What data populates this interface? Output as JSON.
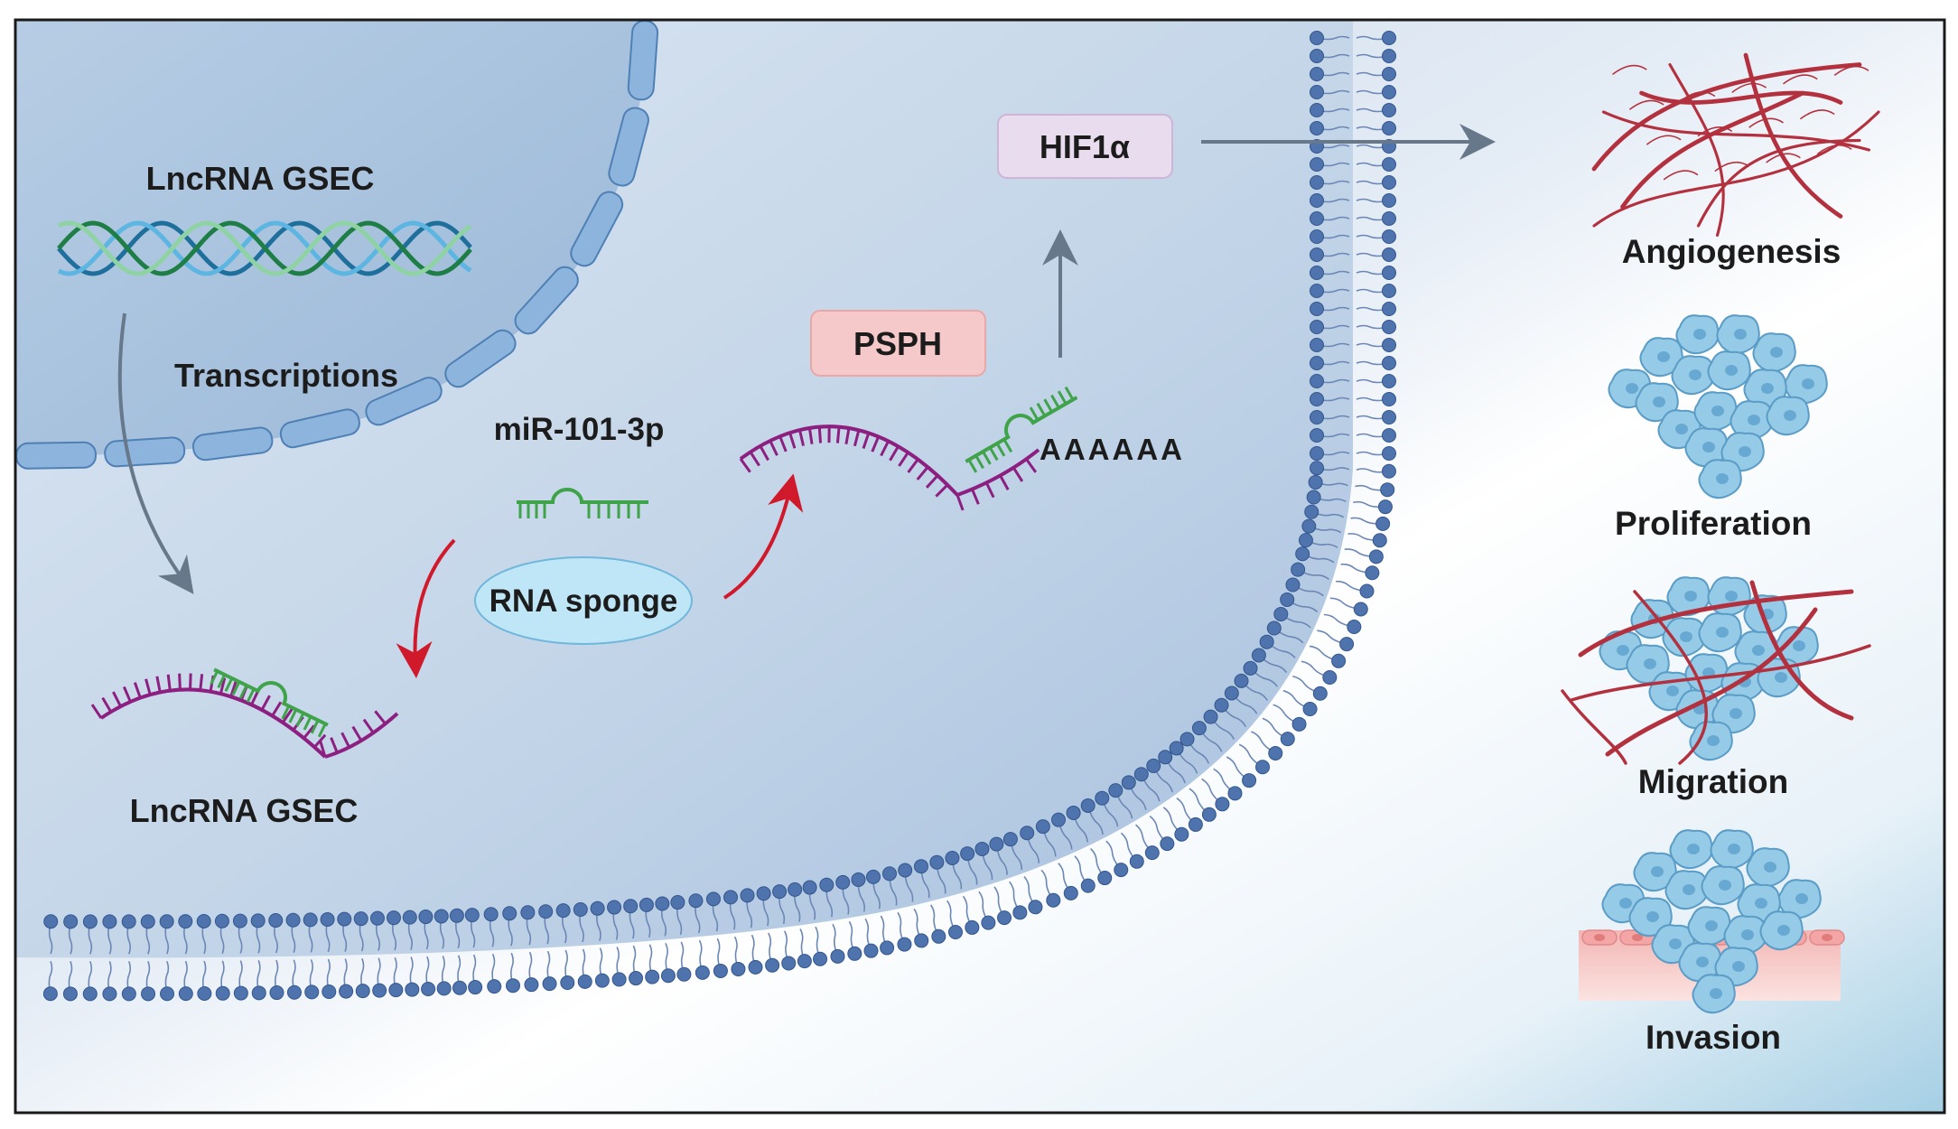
{
  "labels": {
    "lncrna_top": "LncRNA GSEC",
    "transcriptions": "Transcriptions",
    "mirna": "miR-101-3p",
    "rna_sponge": "RNA sponge",
    "lncrna_bottom": "LncRNA GSEC",
    "psph": "PSPH",
    "hif": "HIF1α",
    "polya": "AAAAAA"
  },
  "outcomes": [
    "Angiogenesis",
    "Proliferation",
    "Migration",
    "Invasion"
  ],
  "colors": {
    "rna_strand": "#8c1f80",
    "mirna": "#3fa34a",
    "red_arrow": "#d0192a",
    "gray_arrow": "#66788a",
    "membrane_head": "#4f73ad",
    "nucleus_fill": "#aac3de",
    "cell_blue": "#8fc6e4",
    "vessel": "#b3313e",
    "psph_box": "#f5c9c9",
    "hif_box": "#eadcef",
    "sponge_fill": "#bfe6f7"
  },
  "icons": [
    "dna-helix-icon",
    "blood-vessel-icon",
    "cell-cluster-icon"
  ]
}
